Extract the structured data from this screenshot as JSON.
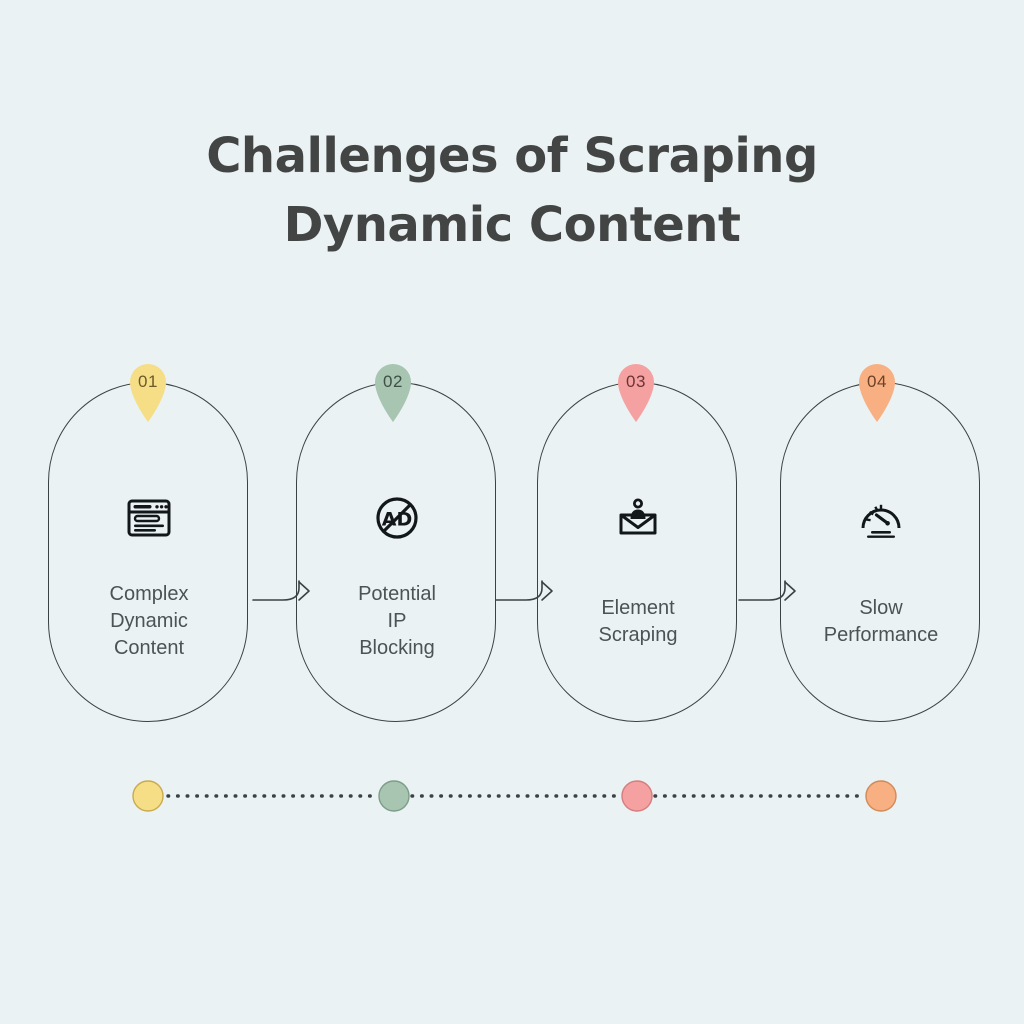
{
  "page": {
    "background_color": "#EBF2F4",
    "text_color": "#4a5355",
    "title_color": "#434545",
    "outline_color": "#3b4244"
  },
  "title": {
    "line1": "Challenges of Scraping",
    "line2": "Dynamic Content"
  },
  "steps": [
    {
      "number": "01",
      "label": "Complex\nDynamic\nContent",
      "icon": "browser-window-icon",
      "color": "#F6DE87",
      "border_color": "#c9ab4f",
      "number_color": "#6b5a2a"
    },
    {
      "number": "02",
      "label": "Potential\nIP\nBlocking",
      "icon": "no-ads-icon",
      "color": "#A7C5B0",
      "border_color": "#7d9d88",
      "number_color": "#3f5046"
    },
    {
      "number": "03",
      "label": "Element\nScraping",
      "icon": "envelope-person-icon",
      "color": "#F5A1A1",
      "border_color": "#d57d7d",
      "number_color": "#6b3434"
    },
    {
      "number": "04",
      "label": "Slow\nPerformance",
      "icon": "speedometer-icon",
      "color": "#F8B083",
      "border_color": "#d08a58",
      "number_color": "#6b4228"
    }
  ],
  "connectors": [
    {
      "name": "arrow-step-1-to-2"
    },
    {
      "name": "arrow-step-2-to-3"
    },
    {
      "name": "arrow-step-3-to-4"
    }
  ],
  "timeline": {
    "dot_colors": [
      "#F6DE87",
      "#A7C5B0",
      "#F5A1A1",
      "#F8B083"
    ],
    "line_style": "dotted",
    "line_color": "#3b4244"
  }
}
